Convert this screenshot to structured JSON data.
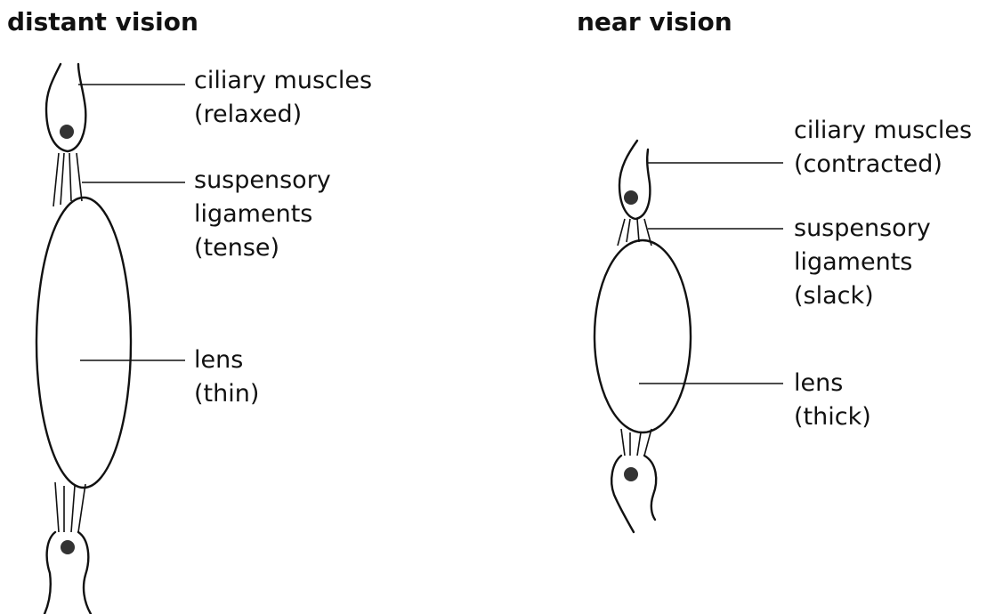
{
  "distant": {
    "title": "distant vision",
    "ciliary": {
      "name": "ciliary muscles",
      "state": "(relaxed)"
    },
    "ligaments": {
      "name1": "suspensory",
      "name2": "ligaments",
      "state": "(tense)"
    },
    "lens": {
      "name": "lens",
      "state": "(thin)"
    }
  },
  "near": {
    "title": "near vision",
    "ciliary": {
      "name": "ciliary muscles",
      "state": "(contracted)"
    },
    "ligaments": {
      "name1": "suspensory",
      "name2": "ligaments",
      "state": "(slack)"
    },
    "lens": {
      "name": "lens",
      "state": "(thick)"
    }
  }
}
